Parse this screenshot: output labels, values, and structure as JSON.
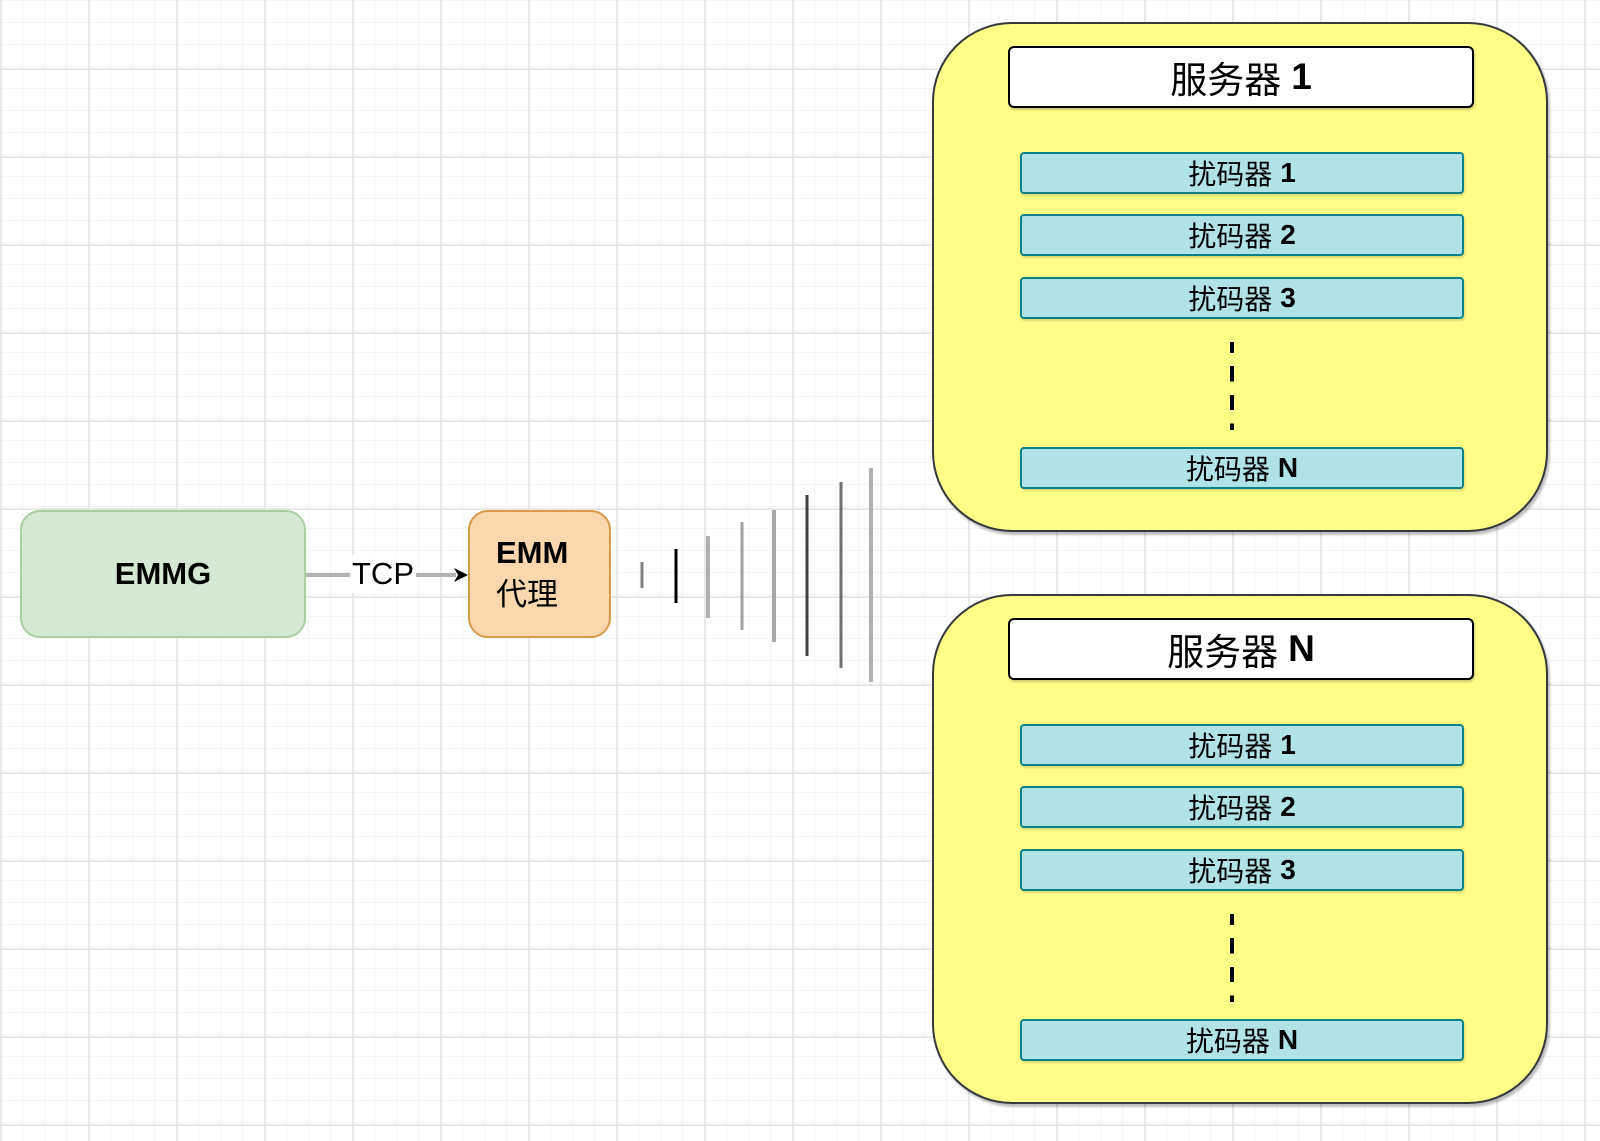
{
  "diagram": {
    "nodes": {
      "emmg": {
        "label": "EMMG",
        "fill": "#d5e8d4",
        "stroke": "#a9cfa0"
      },
      "emm_proxy": {
        "line1": "EMM",
        "line2": "代理",
        "fill": "#fad7ac",
        "stroke": "#d99a4a"
      }
    },
    "edge": {
      "label": "TCP",
      "from": "EMMG",
      "to": "EMM 代理"
    },
    "signal_icon": "wireless-broadcast-icon",
    "servers": [
      {
        "title_prefix": "服务器",
        "title_id": "1",
        "scramblers": [
          {
            "prefix": "扰码器",
            "id": "1"
          },
          {
            "prefix": "扰码器",
            "id": "2"
          },
          {
            "prefix": "扰码器",
            "id": "3"
          },
          {
            "prefix": "扰码器",
            "id": "N"
          }
        ]
      },
      {
        "title_prefix": "服务器",
        "title_id": "N",
        "scramblers": [
          {
            "prefix": "扰码器",
            "id": "1"
          },
          {
            "prefix": "扰码器",
            "id": "2"
          },
          {
            "prefix": "扰码器",
            "id": "3"
          },
          {
            "prefix": "扰码器",
            "id": "N"
          }
        ]
      }
    ],
    "colors": {
      "server_fill": "#ffff88",
      "scrambler_fill": "#b0e3e6",
      "scrambler_stroke": "#0e8088"
    }
  }
}
